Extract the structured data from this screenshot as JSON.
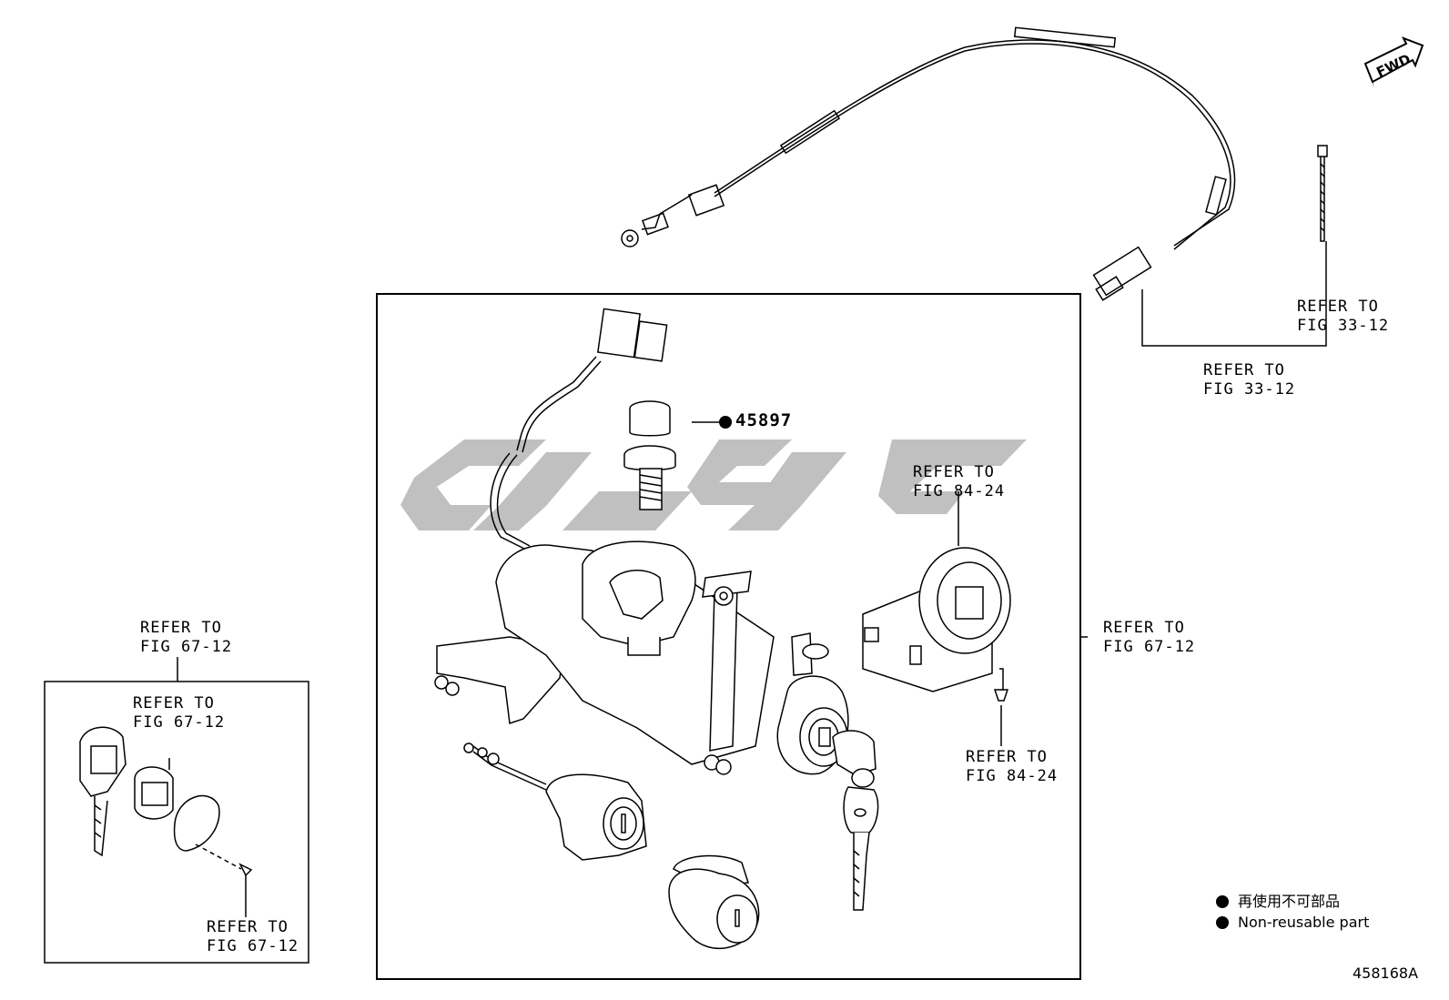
{
  "refs": {
    "fig33_a": [
      "REFER TO",
      "FIG 33-12"
    ],
    "fig33_b": [
      "REFER TO",
      "FIG 33-12"
    ],
    "fig84_top": [
      "REFER TO",
      "FIG 84-24"
    ],
    "fig84_bottom": [
      "REFER TO",
      "FIG 84-24"
    ],
    "fig67_right": [
      "REFER TO",
      "FIG 67-12"
    ],
    "fig67_outer": [
      "REFER TO",
      "FIG 67-12"
    ],
    "fig67_inner": [
      "REFER TO",
      "FIG 67-12"
    ],
    "fig67_bottom": [
      "REFER TO",
      "FIG 67-12"
    ]
  },
  "part_number": "45897",
  "fwd_label": "FWD",
  "legend": {
    "line_jp": "再使用不可部品",
    "line_en": "Non-reusable part"
  },
  "illustration_number": "458168A",
  "colors": {
    "line": "#000000",
    "watermark": "#bdbdbd"
  }
}
